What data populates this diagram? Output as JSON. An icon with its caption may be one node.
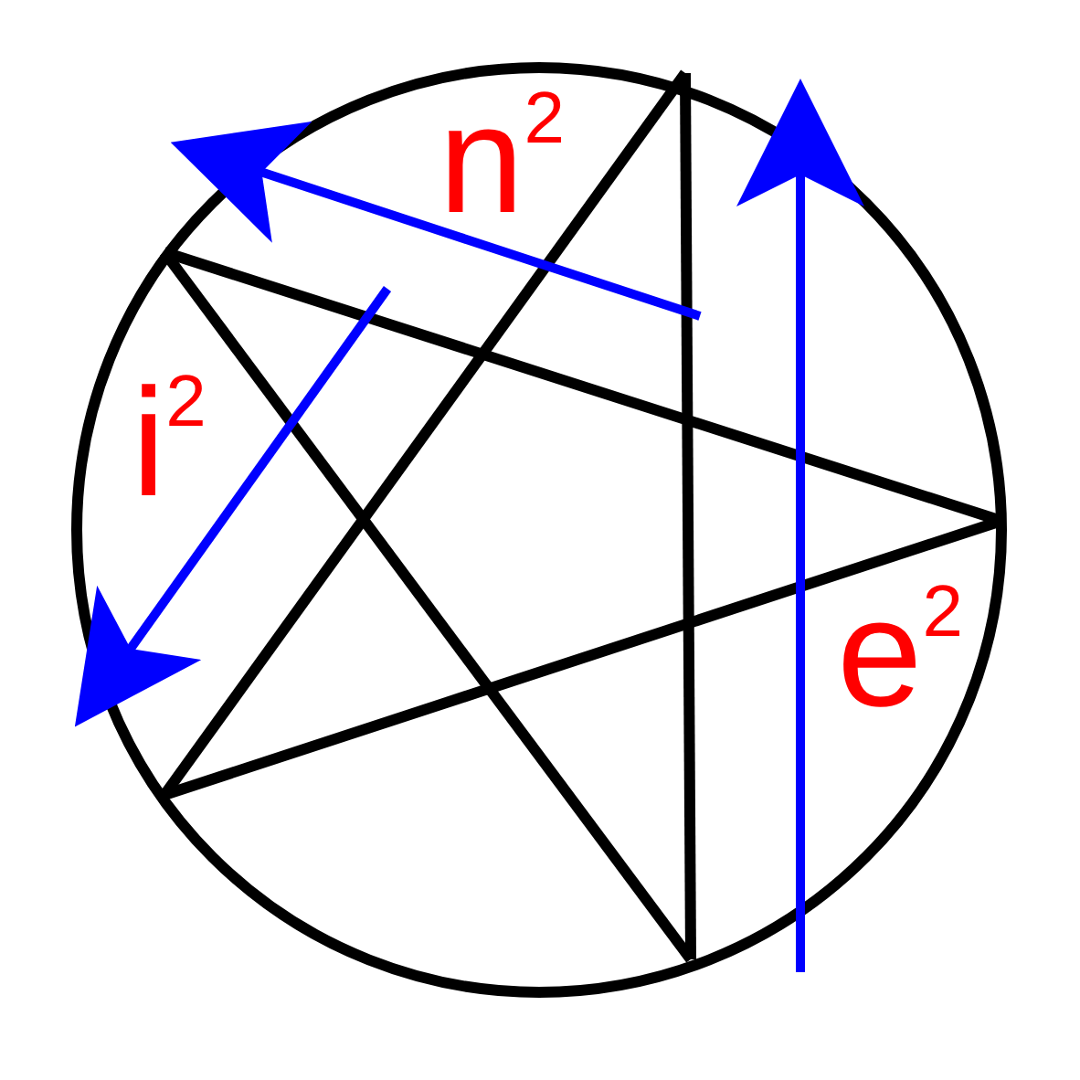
{
  "diagram": {
    "labels": [
      "n$^{2}$",
      "i$^{2}$",
      "e$^{2}$"
    ]
  }
}
